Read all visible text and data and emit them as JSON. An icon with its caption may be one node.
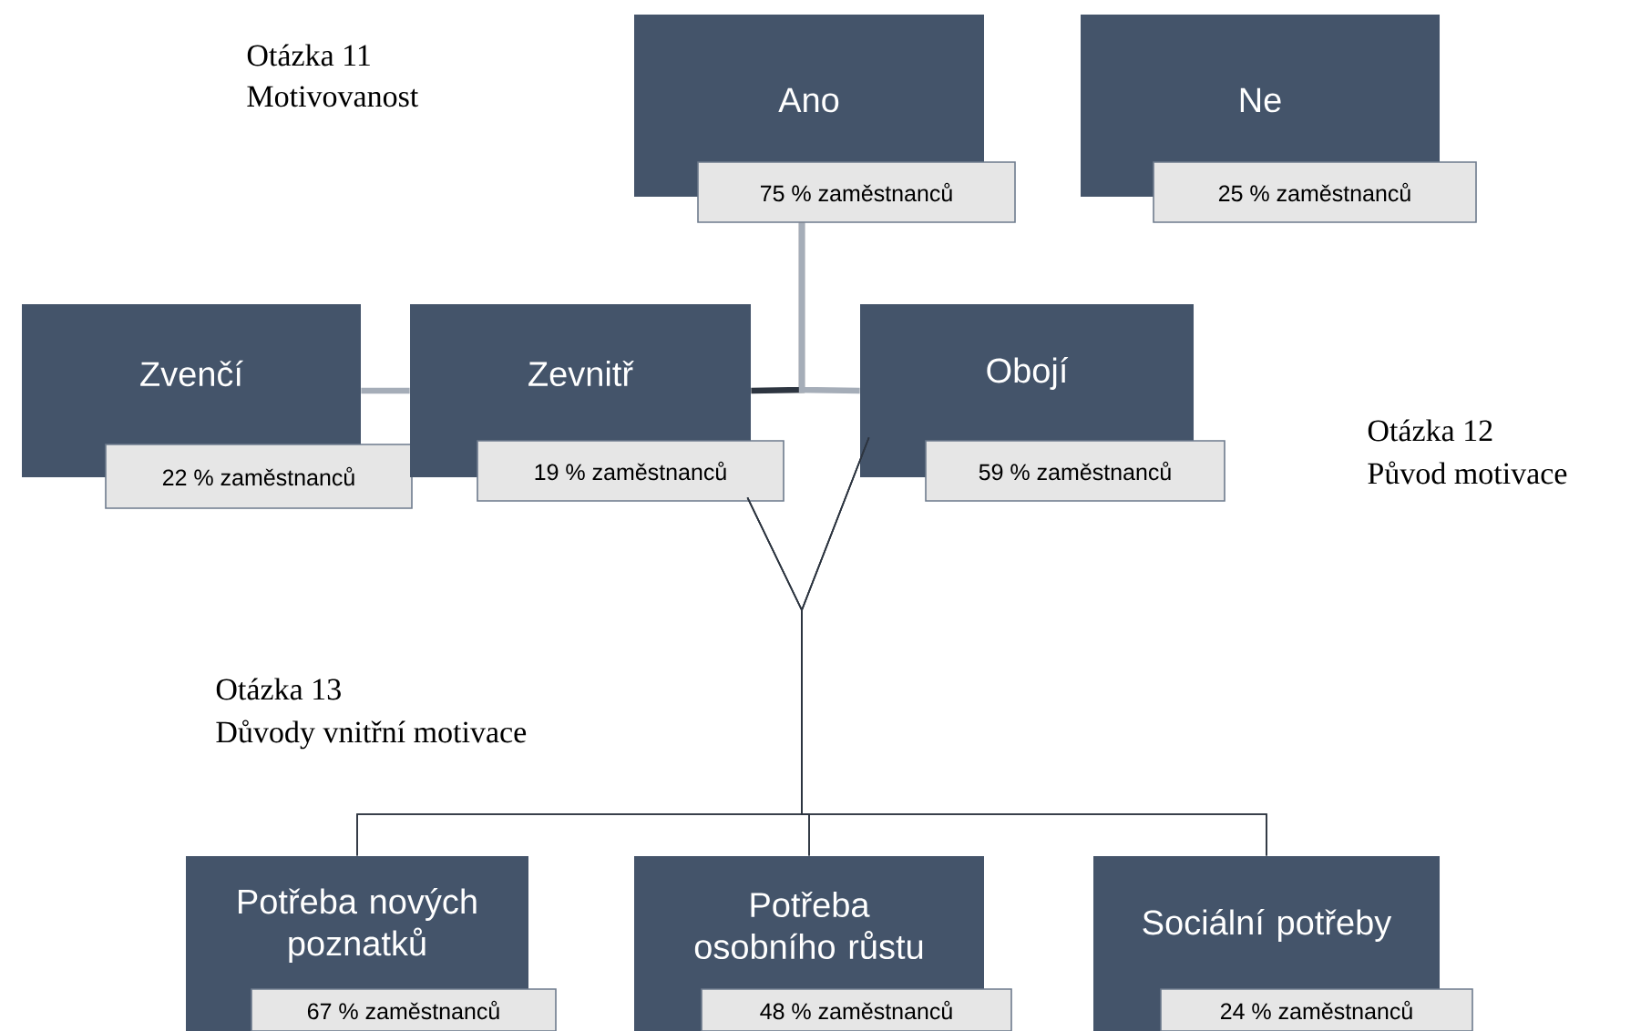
{
  "diagram": {
    "nodes": [
      {
        "text": [
          "Ano",
          "75 % zaměstnanců"
        ]
      },
      {
        "text": [
          "Ne",
          "25 % zaměstnanců"
        ]
      },
      {
        "text": [
          "Zvenčí",
          "22 % zaměstnanců"
        ]
      },
      {
        "text": [
          "Zevnitř",
          "19 % zaměstnanců"
        ]
      },
      {
        "text": [
          "Obojí",
          "59 % zaměstnanců"
        ]
      },
      {
        "text": [
          "Potřeba nových poznatků",
          "67 % zaměstnanců"
        ]
      },
      {
        "text": [
          "Potřeba osobního růstu",
          "48 % zaměstnanců"
        ]
      },
      {
        "text": [
          "Sociální potřeby",
          "24 % zaměstnanců"
        ]
      }
    ],
    "edges": [
      {
        "from": 0,
        "to": 3,
        "arrow": "none",
        "style": "thick"
      },
      {
        "from": 0,
        "to": 4,
        "arrow": "none",
        "style": "thick",
        "color": "#a5adb8"
      },
      {
        "from": 2,
        "to": 3,
        "arrow": "none",
        "style": "thick",
        "color": "#a5adb8"
      },
      {
        "from": 3,
        "to": 5,
        "arrow": "none"
      },
      {
        "from": 3,
        "to": 6,
        "arrow": "none"
      },
      {
        "from": 3,
        "to": 7,
        "arrow": "none"
      },
      {
        "from": 4,
        "to": 5,
        "arrow": "none"
      },
      {
        "from": 4,
        "to": 6,
        "arrow": "none"
      },
      {
        "from": 4,
        "to": 7,
        "arrow": "none"
      }
    ],
    "labels": [
      "Otázka 11",
      "Motivovanost",
      "Otázka 12",
      "Původ motivace",
      "Otázka 13",
      "Důvody vnitřní motivace"
    ]
  }
}
